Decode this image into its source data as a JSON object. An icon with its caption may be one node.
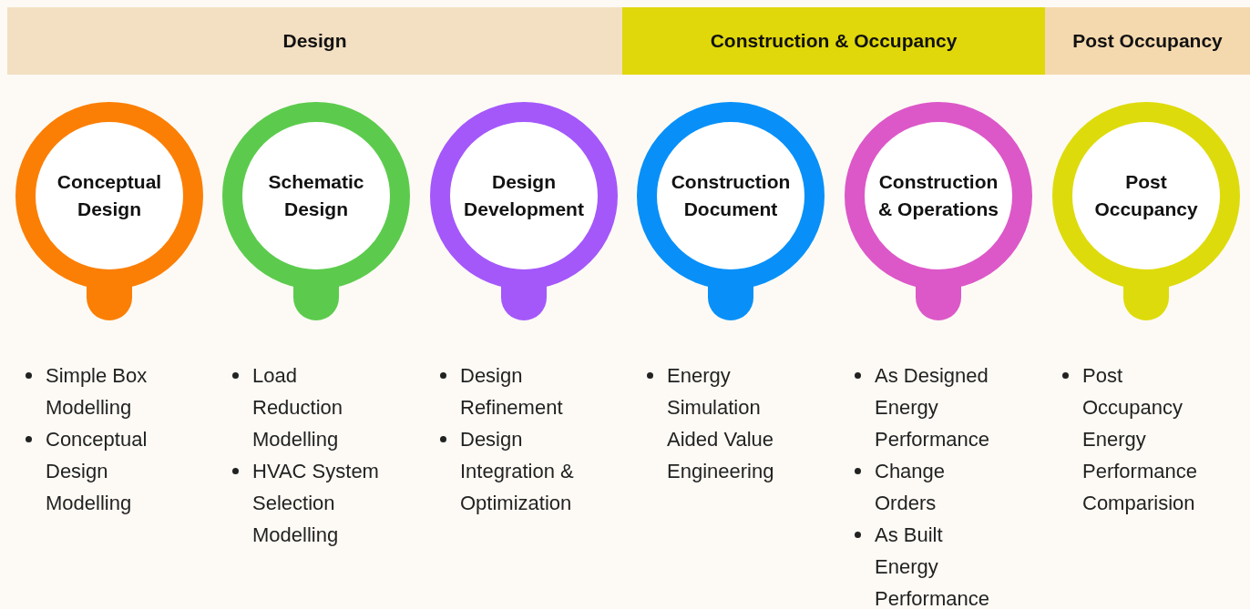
{
  "diagram": {
    "nodes": [
      {
        "text": [
          "Design"
        ]
      },
      {
        "text": [
          "Construction & Occupancy"
        ]
      },
      {
        "text": [
          "Post Occupancy"
        ]
      },
      {
        "text": [
          "Conceptual Design"
        ],
        "beside": [
          "Simple Box Modelling",
          "Conceptual Design Modelling"
        ]
      },
      {
        "text": [
          "Schematic Design"
        ],
        "beside": [
          "Load Reduction Modelling",
          "HVAC System Selection Modelling"
        ]
      },
      {
        "text": [
          "Design Development"
        ],
        "beside": [
          "Design Refinement",
          "Design Integration & Optimization"
        ]
      },
      {
        "text": [
          "Construction Document"
        ],
        "beside": [
          "Energy Simulation Aided Value Engineering"
        ]
      },
      {
        "text": [
          "Construction & Operations"
        ],
        "beside": [
          "As Designed Energy Performance",
          "Change Orders",
          "As Built Energy Performance"
        ]
      },
      {
        "text": [
          "Post Occupancy"
        ],
        "beside": [
          "Post Occupancy Energy Performance Comparision"
        ]
      }
    ],
    "edges": []
  }
}
